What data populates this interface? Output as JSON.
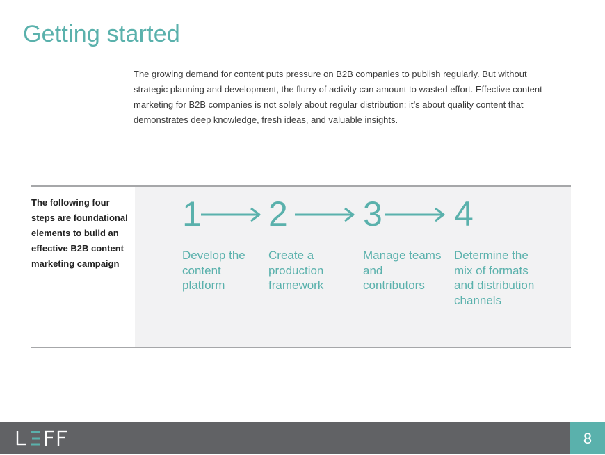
{
  "page": {
    "title": "Getting started",
    "intro": "The growing demand for content puts pressure on B2B companies to publish regularly. But without strategic planning and development, the flurry of activity can amount to wasted effort. Effective content marketing for B2B companies is not solely about regular distribution; it’s about quality content that demonstrates deep knowledge, fresh ideas, and valuable insights."
  },
  "steps_section": {
    "intro": "The following four steps are foundational elements to build an effective B2B content marketing campaign",
    "steps": [
      {
        "number": "1",
        "label": "Develop the content platform"
      },
      {
        "number": "2",
        "label": "Create a production framework"
      },
      {
        "number": "3",
        "label": "Manage teams and contributors"
      },
      {
        "number": "4",
        "label": "Determine the mix of formats and distribution channels"
      }
    ]
  },
  "footer": {
    "logo_text": "LEFF",
    "page_number": "8"
  },
  "colors": {
    "accent": "#5ab1ac",
    "footer_bg": "#616265",
    "panel_bg": "#f2f2f3",
    "rule": "#a6a7a9"
  },
  "icons": [
    "arrow-right-icon",
    "leff-logo"
  ]
}
